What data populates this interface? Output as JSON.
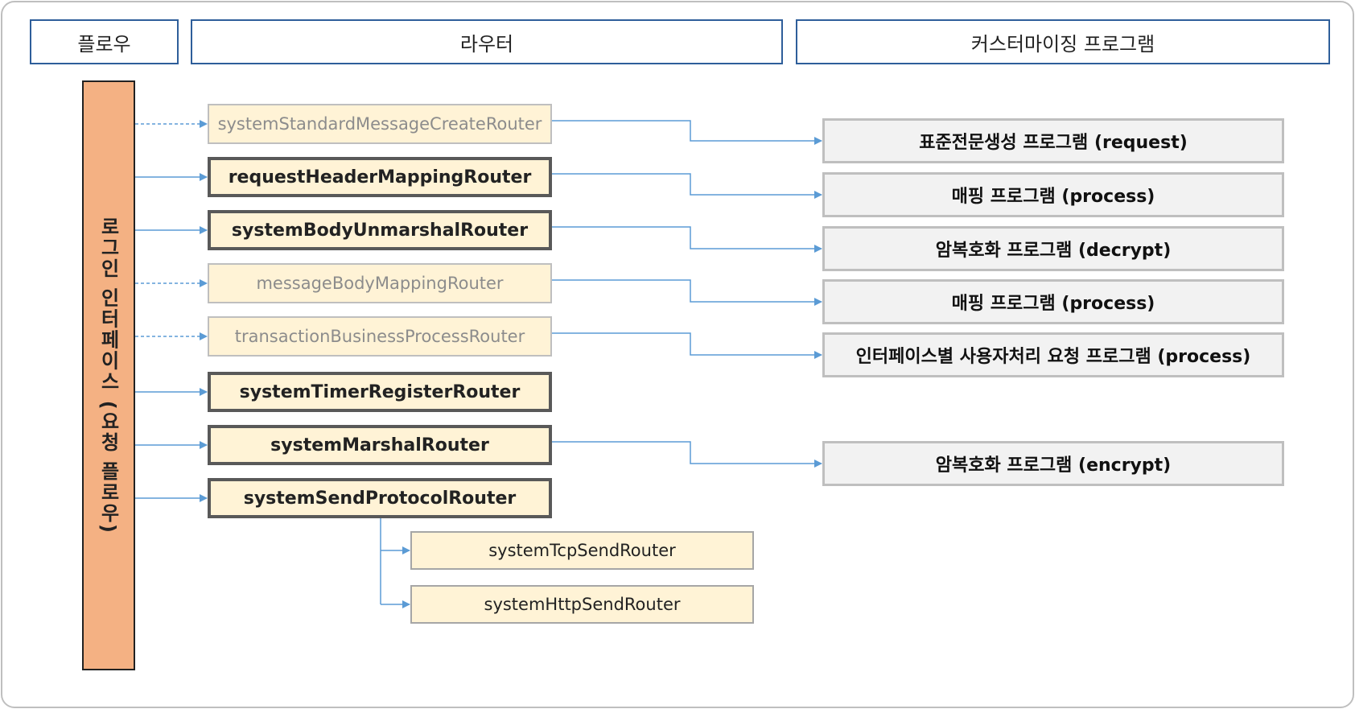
{
  "headers": {
    "flow": "플로우",
    "router": "라우터",
    "custom": "커스터마이징 프로그램"
  },
  "flow_label": "로그인 인터페이스 (요청 플로우)",
  "routers": [
    {
      "label": "systemStandardMessageCreateRouter",
      "style": "inactive"
    },
    {
      "label": "requestHeaderMappingRouter",
      "style": "active"
    },
    {
      "label": "systemBodyUnmarshalRouter",
      "style": "active"
    },
    {
      "label": "messageBodyMappingRouter",
      "style": "inactive"
    },
    {
      "label": "transactionBusinessProcessRouter",
      "style": "inactive"
    },
    {
      "label": "systemTimerRegisterRouter",
      "style": "active"
    },
    {
      "label": "systemMarshalRouter",
      "style": "active"
    },
    {
      "label": "systemSendProtocolRouter",
      "style": "active"
    }
  ],
  "sub_routers": [
    {
      "label": "systemTcpSendRouter"
    },
    {
      "label": "systemHttpSendRouter"
    }
  ],
  "programs": [
    {
      "label": "표준전문생성 프로그램 (request)",
      "router": 0
    },
    {
      "label": "매핑 프로그램 (process)",
      "router": 1
    },
    {
      "label": "암복호화 프로그램 (decrypt)",
      "router": 2
    },
    {
      "label": "매핑 프로그램 (process)",
      "router": 3
    },
    {
      "label": "인터페이스별 사용자처리 요청 프로그램 (process)",
      "router": 4
    },
    {
      "label": "암복호화 프로그램 (encrypt)",
      "router": 6
    }
  ],
  "colors": {
    "header_border": "#2e5e9a",
    "flow_fill": "#f4b183",
    "router_fill": "#fff3d6",
    "program_fill": "#f2f2f2",
    "connector": "#5b9bd5"
  }
}
